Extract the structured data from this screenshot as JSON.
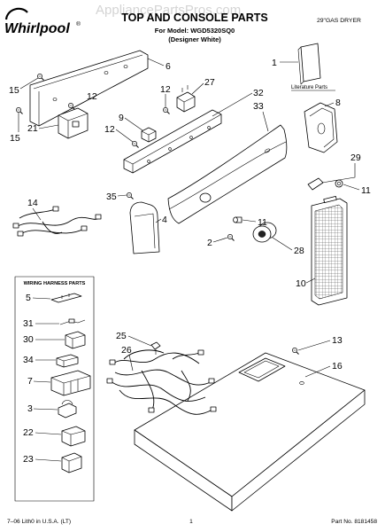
{
  "header": {
    "logo_text": "Whirlpool",
    "logo_registered": "®",
    "watermark": "AppliancePartsPros.com",
    "title": "TOP AND CONSOLE PARTS",
    "model_line": "For Model: WGD5320SQ0",
    "color_line": "(Designer White)",
    "product": "29\"GAS DRYER"
  },
  "literature_label": "Literature Parts",
  "harness_box_title": "WIRING HARNESS PARTS",
  "callouts": [
    "1",
    "6",
    "15",
    "12",
    "12",
    "27",
    "32",
    "8",
    "33",
    "15",
    "21",
    "9",
    "12",
    "29",
    "11",
    "35",
    "4",
    "14",
    "11",
    "2",
    "28",
    "10",
    "5",
    "31",
    "30",
    "34",
    "7",
    "3",
    "22",
    "23",
    "25",
    "26",
    "13",
    "16"
  ],
  "footer": {
    "print_code": "7–06 Lith0 in U.S.A. (LT)",
    "page_number": "1",
    "part_number": "Part No. 8181458"
  }
}
